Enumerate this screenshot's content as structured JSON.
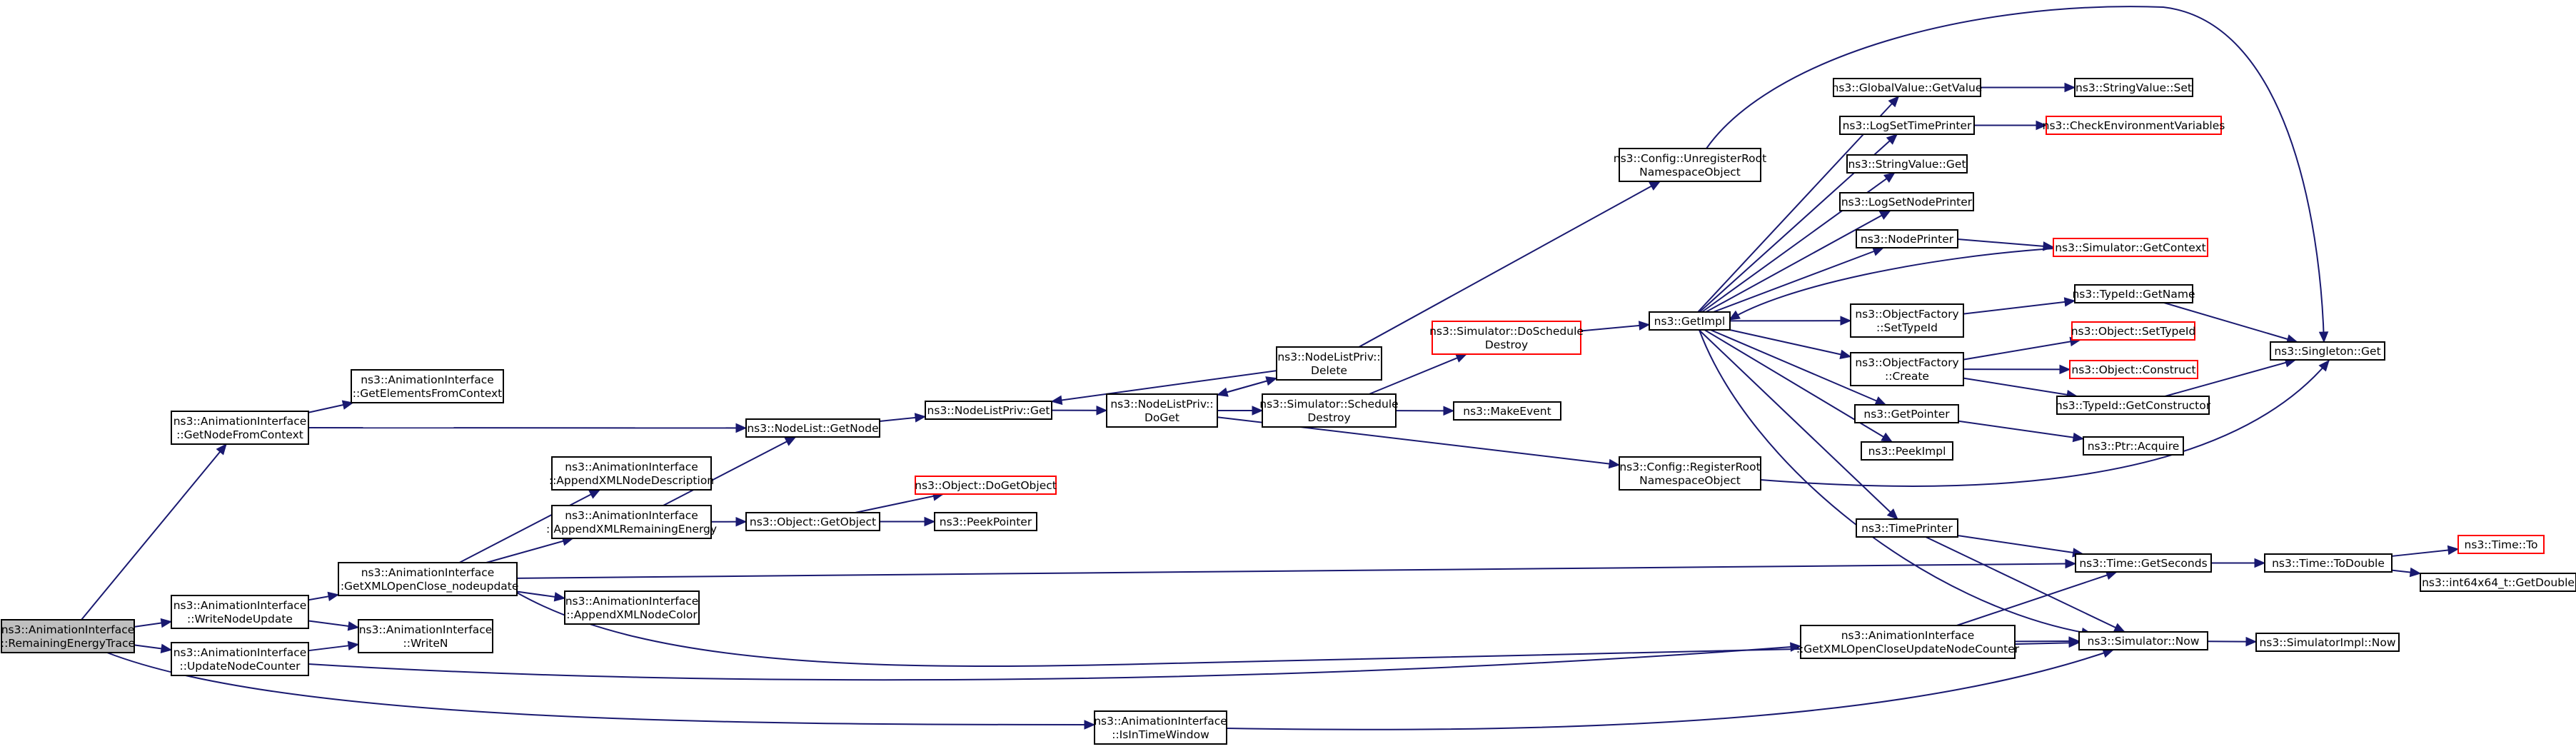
{
  "nodes": [
    {
      "id": "root",
      "lines": [
        "ns3::AnimationInterface",
        "::RemainingEnergyTrace"
      ]
    },
    {
      "id": "getNodeFromContext",
      "lines": [
        "ns3::AnimationInterface",
        "::GetNodeFromContext"
      ]
    },
    {
      "id": "getElementsFromContext",
      "lines": [
        "ns3::AnimationInterface",
        "::GetElementsFromContext"
      ]
    },
    {
      "id": "writeNodeUpdate",
      "lines": [
        "ns3::AnimationInterface",
        "::WriteNodeUpdate"
      ]
    },
    {
      "id": "updateNodeCounter",
      "lines": [
        "ns3::AnimationInterface",
        "::UpdateNodeCounter"
      ]
    },
    {
      "id": "getXMLOpenCloseNodeupdate",
      "lines": [
        "ns3::AnimationInterface",
        "::GetXMLOpenClose_nodeupdate"
      ]
    },
    {
      "id": "writeN",
      "lines": [
        "ns3::AnimationInterface",
        "::WriteN"
      ]
    },
    {
      "id": "appendXMLNodeDescription",
      "lines": [
        "ns3::AnimationInterface",
        "::AppendXMLNodeDescription"
      ]
    },
    {
      "id": "appendXMLRemainingEnergy",
      "lines": [
        "ns3::AnimationInterface",
        "::AppendXMLRemainingEnergy"
      ]
    },
    {
      "id": "appendXMLNodeColor",
      "lines": [
        "ns3::AnimationInterface",
        "::AppendXMLNodeColor"
      ]
    },
    {
      "id": "nodeListGetNode",
      "lines": [
        "ns3::NodeList::GetNode"
      ]
    },
    {
      "id": "objectGetObject",
      "lines": [
        "ns3::Object::GetObject"
      ]
    },
    {
      "id": "objectDoGetObject",
      "lines": [
        "ns3::Object::DoGetObject"
      ],
      "external": true
    },
    {
      "id": "peekPointer",
      "lines": [
        "ns3::PeekPointer"
      ]
    },
    {
      "id": "nodeListPrivGet",
      "lines": [
        "ns3::NodeListPriv::Get"
      ]
    },
    {
      "id": "nodeListPrivDoGet",
      "lines": [
        "ns3::NodeListPriv::",
        "DoGet"
      ]
    },
    {
      "id": "nodeListPrivDelete",
      "lines": [
        "ns3::NodeListPriv::",
        "Delete"
      ]
    },
    {
      "id": "simulatorScheduleDestroy",
      "lines": [
        "ns3::Simulator::Schedule",
        "Destroy"
      ]
    },
    {
      "id": "simulatorDoScheduleDestroy",
      "lines": [
        "ns3::Simulator::DoSchedule",
        "Destroy"
      ],
      "external": true
    },
    {
      "id": "makeEvent",
      "lines": [
        "ns3::MakeEvent"
      ]
    },
    {
      "id": "configUnregisterRoot",
      "lines": [
        "ns3::Config::UnregisterRoot",
        "NamespaceObject"
      ]
    },
    {
      "id": "configRegisterRoot",
      "lines": [
        "ns3::Config::RegisterRoot",
        "NamespaceObject"
      ]
    },
    {
      "id": "getImpl",
      "lines": [
        "ns3::GetImpl"
      ]
    },
    {
      "id": "isInTimeWindow",
      "lines": [
        "ns3::AnimationInterface",
        "::IsInTimeWindow"
      ]
    },
    {
      "id": "getXMLOpenCloseUpdateNodeCounter",
      "lines": [
        "ns3::AnimationInterface",
        "::GetXMLOpenCloseUpdateNodeCounter"
      ]
    },
    {
      "id": "globalValueGetValue",
      "lines": [
        "ns3::GlobalValue::GetValue"
      ]
    },
    {
      "id": "logSetTimePrinter",
      "lines": [
        "ns3::LogSetTimePrinter"
      ]
    },
    {
      "id": "stringValueGet",
      "lines": [
        "ns3::StringValue::Get"
      ]
    },
    {
      "id": "logSetNodePrinter",
      "lines": [
        "ns3::LogSetNodePrinter"
      ]
    },
    {
      "id": "nodePrinter",
      "lines": [
        "ns3::NodePrinter"
      ]
    },
    {
      "id": "objectFactorySetTypeId",
      "lines": [
        "ns3::ObjectFactory",
        "::SetTypeId"
      ]
    },
    {
      "id": "objectFactoryCreate",
      "lines": [
        "ns3::ObjectFactory",
        "::Create"
      ]
    },
    {
      "id": "getPointer",
      "lines": [
        "ns3::GetPointer"
      ]
    },
    {
      "id": "peekImpl",
      "lines": [
        "ns3::PeekImpl"
      ]
    },
    {
      "id": "timePrinter",
      "lines": [
        "ns3::TimePrinter"
      ]
    },
    {
      "id": "stringValueSet",
      "lines": [
        "ns3::StringValue::Set"
      ]
    },
    {
      "id": "checkEnvironmentVariables",
      "lines": [
        "ns3::CheckEnvironmentVariables"
      ],
      "external": true
    },
    {
      "id": "simulatorGetContext",
      "lines": [
        "ns3::Simulator::GetContext"
      ],
      "external": true
    },
    {
      "id": "typeIdGetName",
      "lines": [
        "ns3::TypeId::GetName"
      ]
    },
    {
      "id": "objectSetTypeId",
      "lines": [
        "ns3::Object::SetTypeId"
      ],
      "external": true
    },
    {
      "id": "objectConstruct",
      "lines": [
        "ns3::Object::Construct"
      ],
      "external": true
    },
    {
      "id": "typeIdGetConstructor",
      "lines": [
        "ns3::TypeId::GetConstructor"
      ]
    },
    {
      "id": "ptrAcquire",
      "lines": [
        "ns3::Ptr::Acquire"
      ]
    },
    {
      "id": "timeGetSeconds",
      "lines": [
        "ns3::Time::GetSeconds"
      ]
    },
    {
      "id": "simulatorNow",
      "lines": [
        "ns3::Simulator::Now"
      ]
    },
    {
      "id": "singletonGet",
      "lines": [
        "ns3::Singleton::Get"
      ]
    },
    {
      "id": "timeToDouble",
      "lines": [
        "ns3::Time::ToDouble"
      ]
    },
    {
      "id": "simulatorImplNow",
      "lines": [
        "ns3::SimulatorImpl::Now"
      ]
    },
    {
      "id": "timeTo",
      "lines": [
        "ns3::Time::To"
      ],
      "external": true
    },
    {
      "id": "int64GetDouble",
      "lines": [
        "ns3::int64x64_t::GetDouble"
      ]
    }
  ],
  "edges": [
    [
      "root",
      "getNodeFromContext"
    ],
    [
      "root",
      "writeNodeUpdate"
    ],
    [
      "root",
      "updateNodeCounter"
    ],
    [
      "root",
      "isInTimeWindow"
    ],
    [
      "getNodeFromContext",
      "getElementsFromContext"
    ],
    [
      "getNodeFromContext",
      "nodeListGetNode"
    ],
    [
      "writeNodeUpdate",
      "getXMLOpenCloseNodeupdate"
    ],
    [
      "writeNodeUpdate",
      "writeN"
    ],
    [
      "updateNodeCounter",
      "writeN"
    ],
    [
      "updateNodeCounter",
      "getXMLOpenCloseUpdateNodeCounter"
    ],
    [
      "getXMLOpenCloseNodeupdate",
      "appendXMLNodeDescription"
    ],
    [
      "getXMLOpenCloseNodeupdate",
      "appendXMLRemainingEnergy"
    ],
    [
      "getXMLOpenCloseNodeupdate",
      "appendXMLNodeColor"
    ],
    [
      "getXMLOpenCloseNodeupdate",
      "timeGetSeconds"
    ],
    [
      "getXMLOpenCloseNodeupdate",
      "simulatorNow"
    ],
    [
      "appendXMLRemainingEnergy",
      "nodeListGetNode"
    ],
    [
      "appendXMLRemainingEnergy",
      "objectGetObject"
    ],
    [
      "objectGetObject",
      "objectDoGetObject"
    ],
    [
      "objectGetObject",
      "peekPointer"
    ],
    [
      "nodeListGetNode",
      "nodeListPrivGet"
    ],
    [
      "nodeListPrivGet",
      "nodeListPrivDoGet"
    ],
    [
      "nodeListPrivDoGet",
      "nodeListPrivDelete"
    ],
    [
      "nodeListPrivDoGet",
      "simulatorScheduleDestroy"
    ],
    [
      "nodeListPrivDoGet",
      "configRegisterRoot"
    ],
    [
      "nodeListPrivDelete",
      "nodeListPrivGet"
    ],
    [
      "nodeListPrivDelete",
      "nodeListPrivDoGet"
    ],
    [
      "nodeListPrivDelete",
      "configUnregisterRoot"
    ],
    [
      "simulatorScheduleDestroy",
      "simulatorDoScheduleDestroy"
    ],
    [
      "simulatorScheduleDestroy",
      "makeEvent"
    ],
    [
      "simulatorDoScheduleDestroy",
      "getImpl"
    ],
    [
      "configUnregisterRoot",
      "singletonGet"
    ],
    [
      "configRegisterRoot",
      "singletonGet"
    ],
    [
      "getImpl",
      "globalValueGetValue"
    ],
    [
      "getImpl",
      "logSetTimePrinter"
    ],
    [
      "getImpl",
      "stringValueGet"
    ],
    [
      "getImpl",
      "logSetNodePrinter"
    ],
    [
      "getImpl",
      "nodePrinter"
    ],
    [
      "getImpl",
      "objectFactorySetTypeId"
    ],
    [
      "getImpl",
      "objectFactoryCreate"
    ],
    [
      "getImpl",
      "getPointer"
    ],
    [
      "getImpl",
      "peekImpl"
    ],
    [
      "getImpl",
      "timePrinter"
    ],
    [
      "getImpl",
      "simulatorNow"
    ],
    [
      "simulatorGetContext",
      "getImpl"
    ],
    [
      "globalValueGetValue",
      "stringValueSet"
    ],
    [
      "logSetTimePrinter",
      "checkEnvironmentVariables"
    ],
    [
      "nodePrinter",
      "simulatorGetContext"
    ],
    [
      "objectFactorySetTypeId",
      "typeIdGetName"
    ],
    [
      "objectFactoryCreate",
      "objectSetTypeId"
    ],
    [
      "objectFactoryCreate",
      "objectConstruct"
    ],
    [
      "objectFactoryCreate",
      "typeIdGetConstructor"
    ],
    [
      "typeIdGetName",
      "singletonGet"
    ],
    [
      "typeIdGetConstructor",
      "singletonGet"
    ],
    [
      "getPointer",
      "ptrAcquire"
    ],
    [
      "timePrinter",
      "timeGetSeconds"
    ],
    [
      "timePrinter",
      "simulatorNow"
    ],
    [
      "getXMLOpenCloseUpdateNodeCounter",
      "timeGetSeconds"
    ],
    [
      "getXMLOpenCloseUpdateNodeCounter",
      "simulatorNow"
    ],
    [
      "isInTimeWindow",
      "simulatorNow"
    ],
    [
      "timeGetSeconds",
      "timeToDouble"
    ],
    [
      "simulatorNow",
      "simulatorImplNow"
    ],
    [
      "timeToDouble",
      "timeTo"
    ],
    [
      "timeToDouble",
      "int64GetDouble"
    ]
  ]
}
